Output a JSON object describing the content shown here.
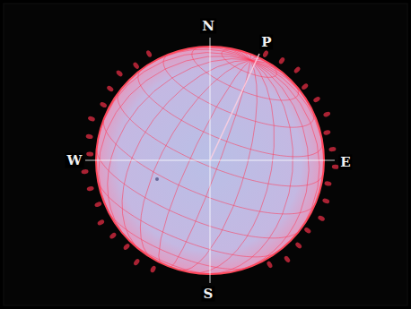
{
  "diagram": {
    "labels": [
      "N",
      "P",
      "W",
      "E",
      "S"
    ]
  }
}
